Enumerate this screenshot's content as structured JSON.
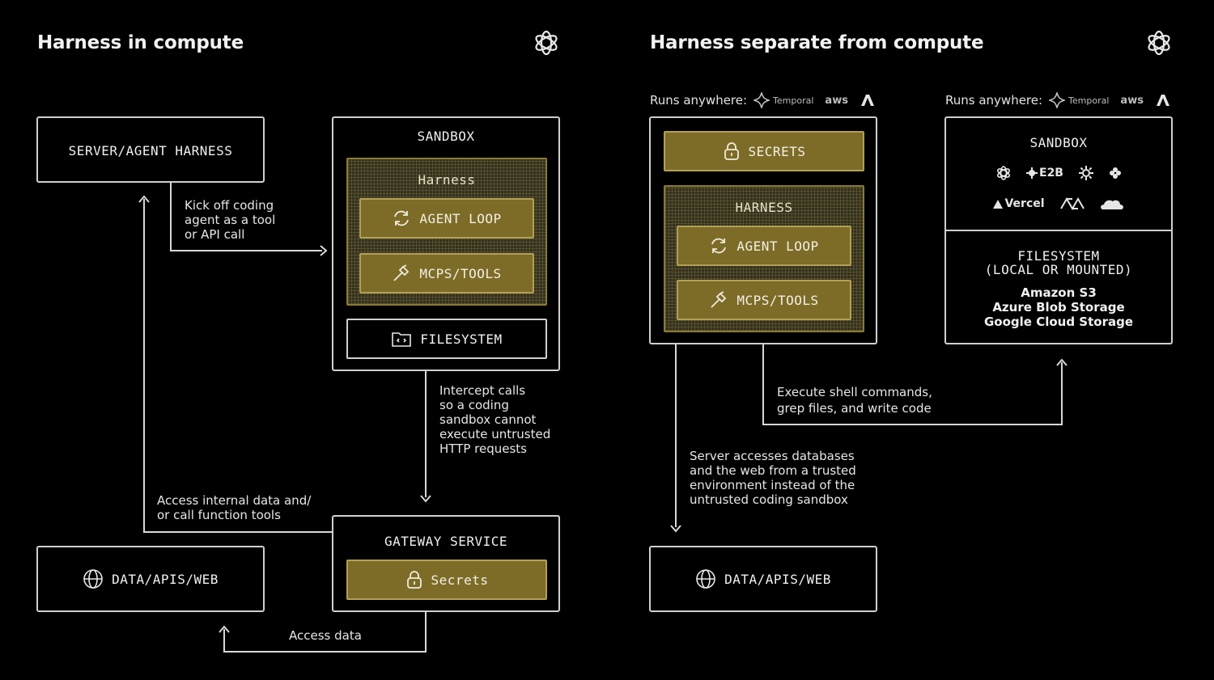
{
  "left": {
    "title": "Harness in compute",
    "harness_box": "SERVER/AGENT HARNESS",
    "sandbox": {
      "label": "SANDBOX",
      "harness_label": "Harness",
      "agent_loop": "AGENT LOOP",
      "mcps_tools": "MCPS/TOOLS",
      "filesystem": "FILESYSTEM"
    },
    "gateway": {
      "label": "GATEWAY SERVICE",
      "secrets": "Secrets"
    },
    "data_box": "DATA/APIS/WEB",
    "notes": {
      "kickoff": "Kick off coding\nagent as a tool\nor API call",
      "intercept": "Intercept calls\nso a coding\nsandbox cannot\nexecute untrusted\nHTTP requests",
      "access_internal": "Access internal data and/\nor call function tools",
      "access_data": "Access data"
    }
  },
  "right": {
    "title": "Harness separate from compute",
    "runs_anywhere_label": "Runs anywhere:",
    "temporal_label": "Temporal",
    "aws_label": "aws",
    "left_box": {
      "secrets": "SECRETS",
      "harness_label": "HARNESS",
      "agent_loop": "AGENT LOOP",
      "mcps_tools": "MCPS/TOOLS"
    },
    "sandbox": {
      "label": "SANDBOX",
      "e2b_label": "E2B",
      "vercel_label": "Vercel",
      "filesystem_line1": "FILESYSTEM",
      "filesystem_line2": "(LOCAL OR MOUNTED)",
      "storage": [
        "Amazon S3",
        "Azure Blob Storage",
        "Google Cloud Storage"
      ]
    },
    "data_box": "DATA/APIS/WEB",
    "notes": {
      "execute": "Execute shell commands,\ngrep files, and write code",
      "server_access": "Server accesses databases\nand the web from a trusted\nenvironment instead of the\nuntrusted coding sandbox"
    }
  }
}
